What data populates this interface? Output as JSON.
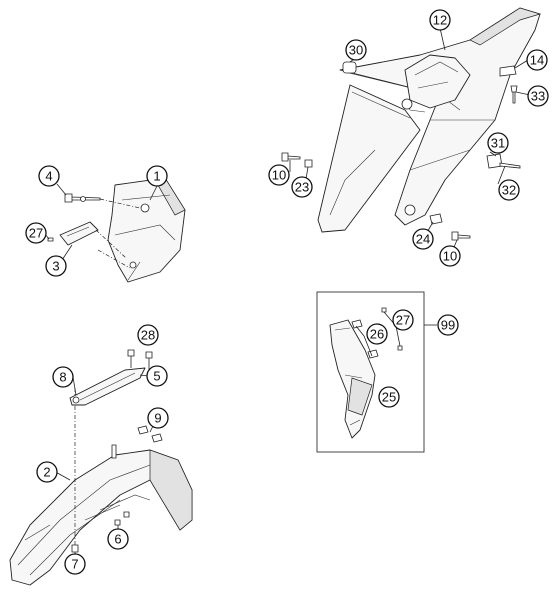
{
  "callouts": {
    "p1": "1",
    "p2": "2",
    "p3": "3",
    "p4": "4",
    "p5": "5",
    "p6": "6",
    "p7": "7",
    "p8": "8",
    "p9": "9",
    "p10a": "10",
    "p10b": "10",
    "p12": "12",
    "p14": "14",
    "p23": "23",
    "p24": "24",
    "p25": "25",
    "p26": "26",
    "p27a": "27",
    "p27b": "27",
    "p28": "28",
    "p30": "30",
    "p31": "31",
    "p32": "32",
    "p33": "33",
    "p99": "99"
  }
}
